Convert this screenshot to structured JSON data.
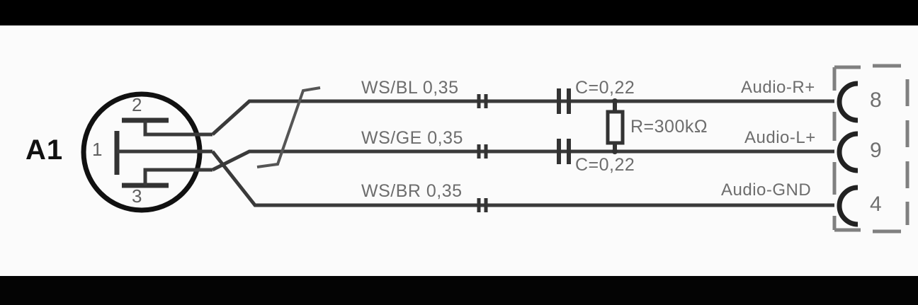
{
  "diagram": {
    "title_bottom": "",
    "background_color": "#000000",
    "panel_color": "#fbfbfb",
    "line_color": "#3a3a3a",
    "text_color": "#6d6d6d"
  },
  "left_connector": {
    "designator": "A1",
    "type": "round-3-pin-connector",
    "pins": [
      {
        "number": "2",
        "position": "top"
      },
      {
        "number": "1",
        "position": "middle"
      },
      {
        "number": "3",
        "position": "bottom"
      }
    ]
  },
  "wires": [
    {
      "label": "WS/BL 0,35",
      "color_code": "WS/BL",
      "cross_section": "0,35",
      "row": 1
    },
    {
      "label": "WS/GE 0,35",
      "color_code": "WS/GE",
      "cross_section": "0,35",
      "row": 2
    },
    {
      "label": "WS/BR 0,35",
      "color_code": "WS/BR",
      "cross_section": "0,35",
      "row": 3
    }
  ],
  "components": [
    {
      "name": "capacitor-top",
      "label": "C=0,22",
      "type": "capacitor"
    },
    {
      "name": "capacitor-bottom",
      "label": "C=0,22",
      "type": "capacitor"
    },
    {
      "name": "resistor",
      "label": "R=300kΩ",
      "type": "resistor"
    }
  ],
  "signals": [
    {
      "label": "Audio-R+",
      "pin": "8"
    },
    {
      "label": "Audio-L+",
      "pin": "9"
    },
    {
      "label": "Audio-GND",
      "pin": "4"
    }
  ],
  "right_connector": {
    "type": "dashed-bracket-socket",
    "pins": [
      {
        "number": "8",
        "signal": "Audio-R+"
      },
      {
        "number": "9",
        "signal": "Audio-L+"
      },
      {
        "number": "4",
        "signal": "Audio-GND"
      }
    ]
  }
}
